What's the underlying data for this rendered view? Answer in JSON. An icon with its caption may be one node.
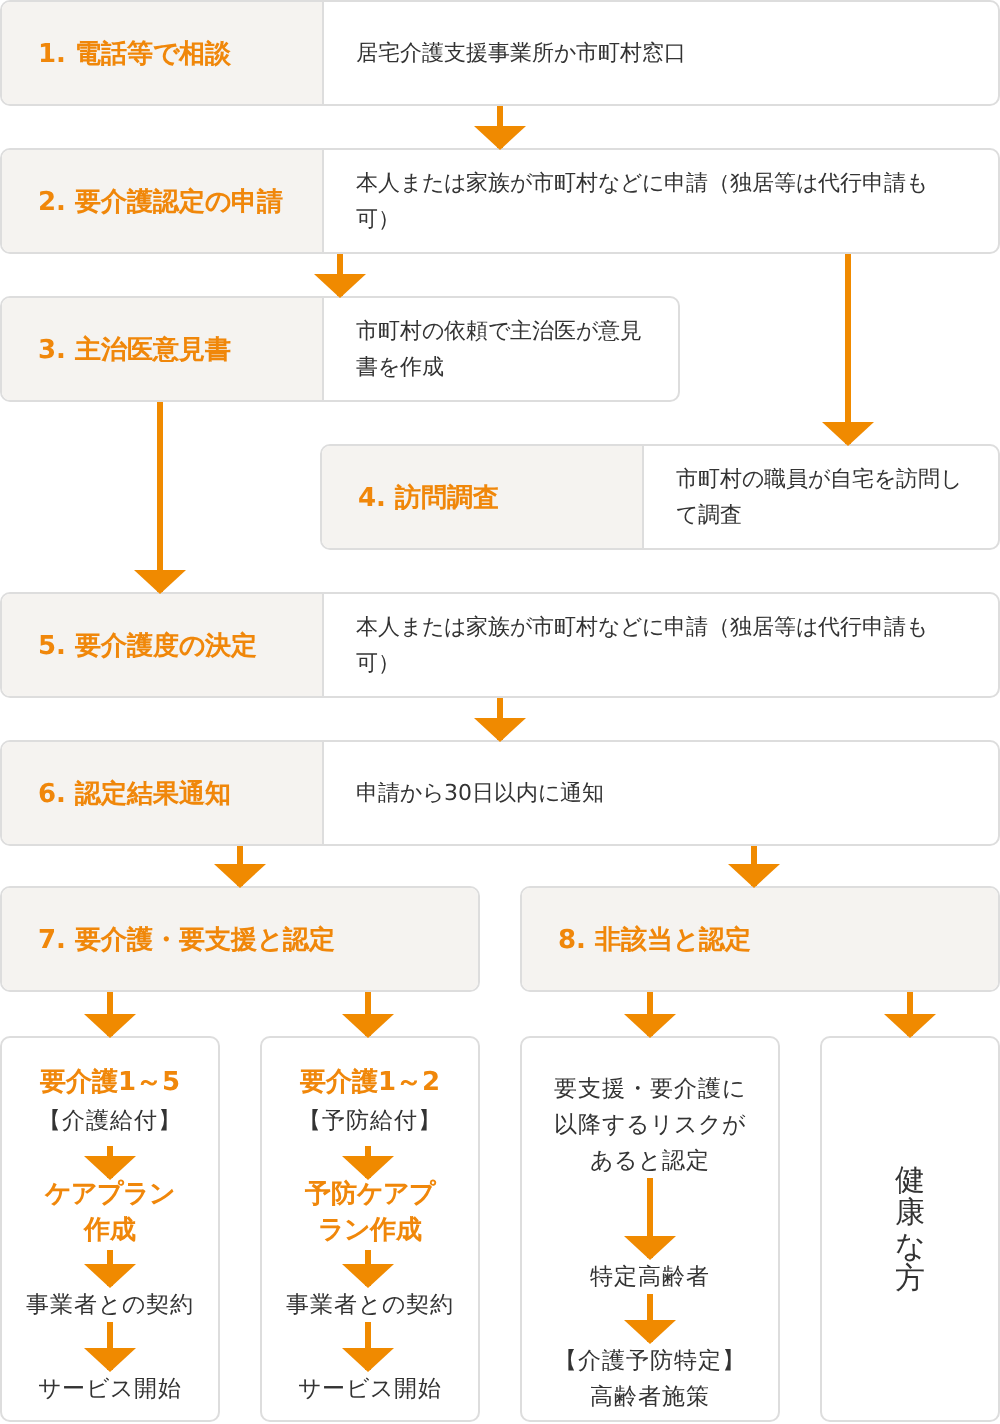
{
  "diagram": {
    "nodes": [
      {
        "text": [
          "1. 電話等で相談",
          "居宅介護支援事業所か市町村窓口"
        ]
      },
      {
        "text": [
          "2. 要介護認定の申請",
          "本人または家族が市町村などに申請（独居等は代行申請も可）"
        ]
      },
      {
        "text": [
          "3. 主治医意見書",
          "市町村の依頼で主治医が意見書を作成"
        ]
      },
      {
        "text": [
          "4. 訪問調査",
          "市町村の職員が自宅を訪問して調査"
        ]
      },
      {
        "text": [
          "5. 要介護度の決定",
          "本人または家族が市町村などに申請（独居等は代行申請も可）"
        ]
      },
      {
        "text": [
          "6. 認定結果通知",
          "申請から30日以内に通知"
        ]
      },
      {
        "text": [
          "7. 要介護・要支援と認定"
        ]
      },
      {
        "text": [
          "8. 非該当と認定"
        ]
      },
      {
        "text": [],
        "shape": "box"
      },
      {
        "text": [
          "要介護1～5",
          "【介護給付】"
        ],
        "in": 8
      },
      {
        "text": [
          "ケアプラン作成"
        ],
        "in": 8
      },
      {
        "text": [
          "事業者との契約"
        ],
        "in": 8
      },
      {
        "text": [
          "サービス開始"
        ],
        "in": 8
      },
      {
        "text": [],
        "shape": "box"
      },
      {
        "text": [
          "要介護1～2",
          "【予防給付】"
        ],
        "in": 13
      },
      {
        "text": [
          "予防ケアプラン作成"
        ],
        "in": 13
      },
      {
        "text": [
          "事業者との契約"
        ],
        "in": 13
      },
      {
        "text": [
          "サービス開始"
        ],
        "in": 13
      },
      {
        "text": [],
        "shape": "box"
      },
      {
        "text": [
          "要支援・要介護に以降するリスクがあると認定"
        ],
        "in": 18
      },
      {
        "text": [
          "特定高齢者"
        ],
        "in": 18
      },
      {
        "text": [
          "【介護予防特定】高齢者施策"
        ],
        "in": 18
      },
      {
        "text": [
          "健康な方"
        ]
      }
    ],
    "edges": [
      {
        "from": 0,
        "to": 1,
        "arrow": "to"
      },
      {
        "from": 1,
        "to": 2,
        "arrow": "to"
      },
      {
        "from": 1,
        "to": 3,
        "arrow": "to"
      },
      {
        "from": 2,
        "to": 4,
        "arrow": "to"
      },
      {
        "from": 4,
        "to": 5,
        "arrow": "to"
      },
      {
        "from": 5,
        "to": 6,
        "arrow": "to"
      },
      {
        "from": 5,
        "to": 7,
        "arrow": "to"
      },
      {
        "from": 6,
        "to": 8,
        "arrow": "to"
      },
      {
        "from": 6,
        "to": 13,
        "arrow": "to"
      },
      {
        "from": 7,
        "to": 18,
        "arrow": "to"
      },
      {
        "from": 7,
        "to": 22,
        "arrow": "to"
      },
      {
        "from": 9,
        "to": 10,
        "arrow": "to"
      },
      {
        "from": 10,
        "to": 11,
        "arrow": "to"
      },
      {
        "from": 11,
        "to": 12,
        "arrow": "to"
      },
      {
        "from": 14,
        "to": 15,
        "arrow": "to"
      },
      {
        "from": 15,
        "to": 16,
        "arrow": "to"
      },
      {
        "from": 16,
        "to": 17,
        "arrow": "to"
      },
      {
        "from": 19,
        "to": 20,
        "arrow": "to"
      },
      {
        "from": 20,
        "to": 21,
        "arrow": "to"
      }
    ]
  }
}
